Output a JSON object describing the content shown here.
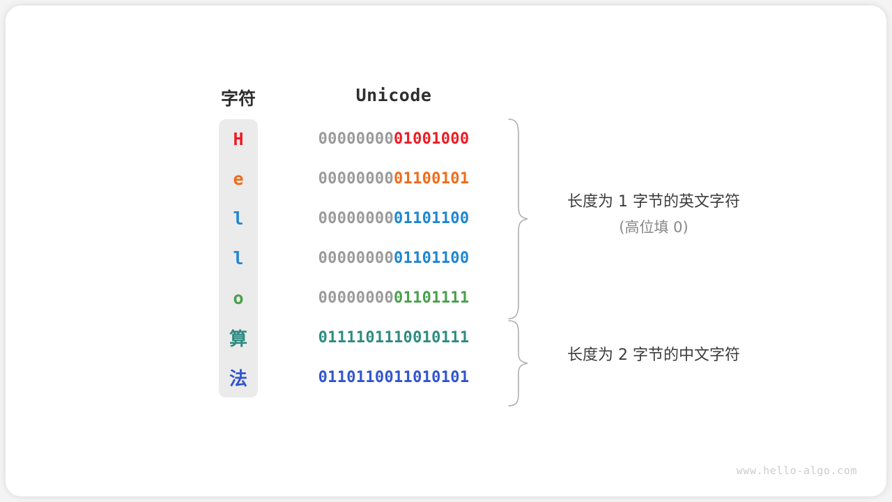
{
  "watermark": "www.hello-algo.com",
  "headers": {
    "character": "字符",
    "unicode": "Unicode"
  },
  "colors": {
    "red": "#ED1C24",
    "orange": "#EF6C1A",
    "blue_light": "#1F86D0",
    "green": "#49A04B",
    "teal": "#2E8B80",
    "blue_dark": "#3154CF",
    "high_bits": "#9A9A9A",
    "column_bg": "#EBEBEB",
    "brace": "#AFAFAF",
    "annotation": "#3C3C3C",
    "annotation_sub": "#888888"
  },
  "rows": [
    {
      "char": "H",
      "high": "00000000",
      "low": "01001000",
      "color": "#ED1C24",
      "cjk": false
    },
    {
      "char": "e",
      "high": "00000000",
      "low": "01100101",
      "color": "#EF6C1A",
      "cjk": false
    },
    {
      "char": "l",
      "high": "00000000",
      "low": "01101100",
      "color": "#1F86D0",
      "cjk": false
    },
    {
      "char": "l",
      "high": "00000000",
      "low": "01101100",
      "color": "#1F86D0",
      "cjk": false
    },
    {
      "char": "o",
      "high": "00000000",
      "low": "01101111",
      "color": "#49A04B",
      "cjk": false
    },
    {
      "char": "算",
      "high": "01111011",
      "low": "10010111",
      "color": "#2E8B80",
      "cjk": true
    },
    {
      "char": "法",
      "high": "01101100",
      "low": "11010101",
      "color": "#3154CF",
      "cjk": true
    }
  ],
  "annotations": [
    {
      "main": "长度为 1 字节的英文字符",
      "sub": "(高位填 0)"
    },
    {
      "main": "长度为 2 字节的中文字符",
      "sub": ""
    }
  ]
}
